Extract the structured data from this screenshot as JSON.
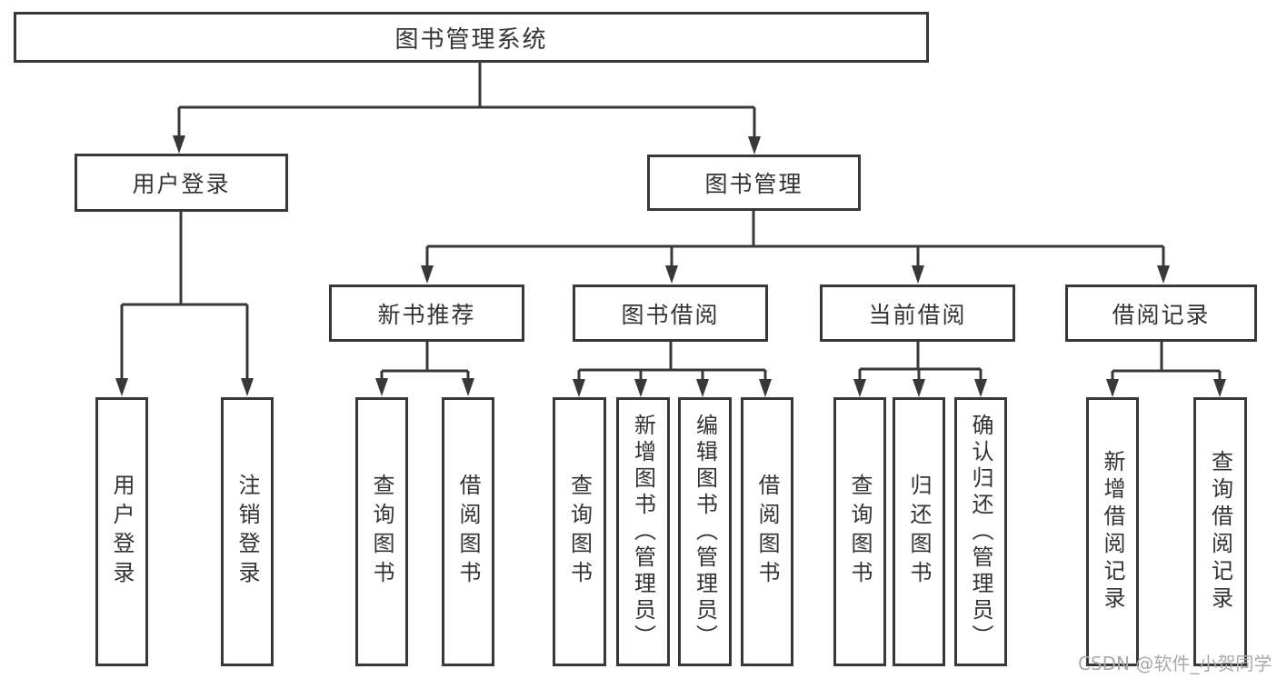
{
  "root": {
    "label": "图书管理系统"
  },
  "branches": [
    {
      "label": "用户登录",
      "children": [
        {
          "label": "用户登录"
        },
        {
          "label": "注销登录"
        }
      ]
    },
    {
      "label": "图书管理",
      "children": [
        {
          "label": "新书推荐",
          "children": [
            {
              "label": "查询图书"
            },
            {
              "label": "借阅图书"
            }
          ]
        },
        {
          "label": "图书借阅",
          "children": [
            {
              "label": "查询图书"
            },
            {
              "label": "新增图书（管理员）"
            },
            {
              "label": "编辑图书（管理员）"
            },
            {
              "label": "借阅图书"
            }
          ]
        },
        {
          "label": "当前借阅",
          "children": [
            {
              "label": "查询图书"
            },
            {
              "label": "归还图书"
            },
            {
              "label": "确认归还（管理员）"
            }
          ]
        },
        {
          "label": "借阅记录",
          "children": [
            {
              "label": "新增借阅记录"
            },
            {
              "label": "查询借阅记录"
            }
          ]
        }
      ]
    }
  ],
  "watermark": {
    "text": "CSDN @软件_小贺同学"
  },
  "colors": {
    "line": "#383838",
    "text": "#333333",
    "box_background": "#ffffff",
    "watermark": "#a9a9a9",
    "page_background": "#ffffff"
  }
}
